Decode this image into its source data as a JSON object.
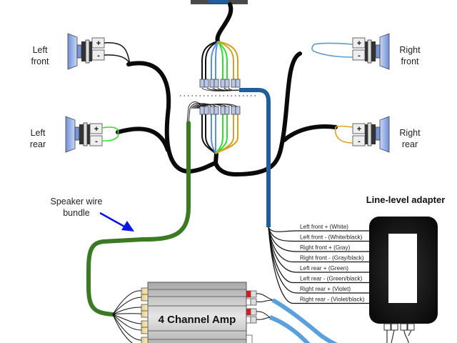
{
  "speakers": {
    "left_front": {
      "line1": "Left",
      "line2": "front",
      "plus": "+",
      "minus": "-",
      "wire_color": "#111111"
    },
    "left_rear": {
      "line1": "Left",
      "line2": "rear",
      "plus": "+",
      "minus": "-",
      "wire_color": "#3ddc3d"
    },
    "right_front": {
      "line1": "Right",
      "line2": "front",
      "plus": "+",
      "minus": "-",
      "wire_color": "#5b9bd5"
    },
    "right_rear": {
      "line1": "Right",
      "line2": "rear",
      "plus": "+",
      "minus": "-",
      "wire_color": "#e0a020"
    }
  },
  "annotation": {
    "line1": "Speaker wire",
    "line2": "bundle",
    "arrow_color": "#0a16e6"
  },
  "amp": {
    "label": "4 Channel Amp"
  },
  "adapter": {
    "title": "Line-level adapter",
    "inputs": [
      "Left front + (White)",
      "Left front - (White/black)",
      "Right front + (Gray)",
      "Right front - (Gray/black)",
      "Left rear + (Green)",
      "Left rear - (Green/black)",
      "Right rear + (Violet)",
      "Right rear - (Violet/black)"
    ]
  },
  "colors": {
    "bundle_black": "#0a0a0a",
    "bundle_green": "#3a7a22",
    "harness_blue": "#1f5f9f",
    "rca_blue": "#5aa0dd",
    "wire_gray": "#888888",
    "wire_blue": "#5b8fd6",
    "wire_green": "#33dd33",
    "wire_yellow": "#d4a020",
    "rca_red": "#ee1111"
  }
}
